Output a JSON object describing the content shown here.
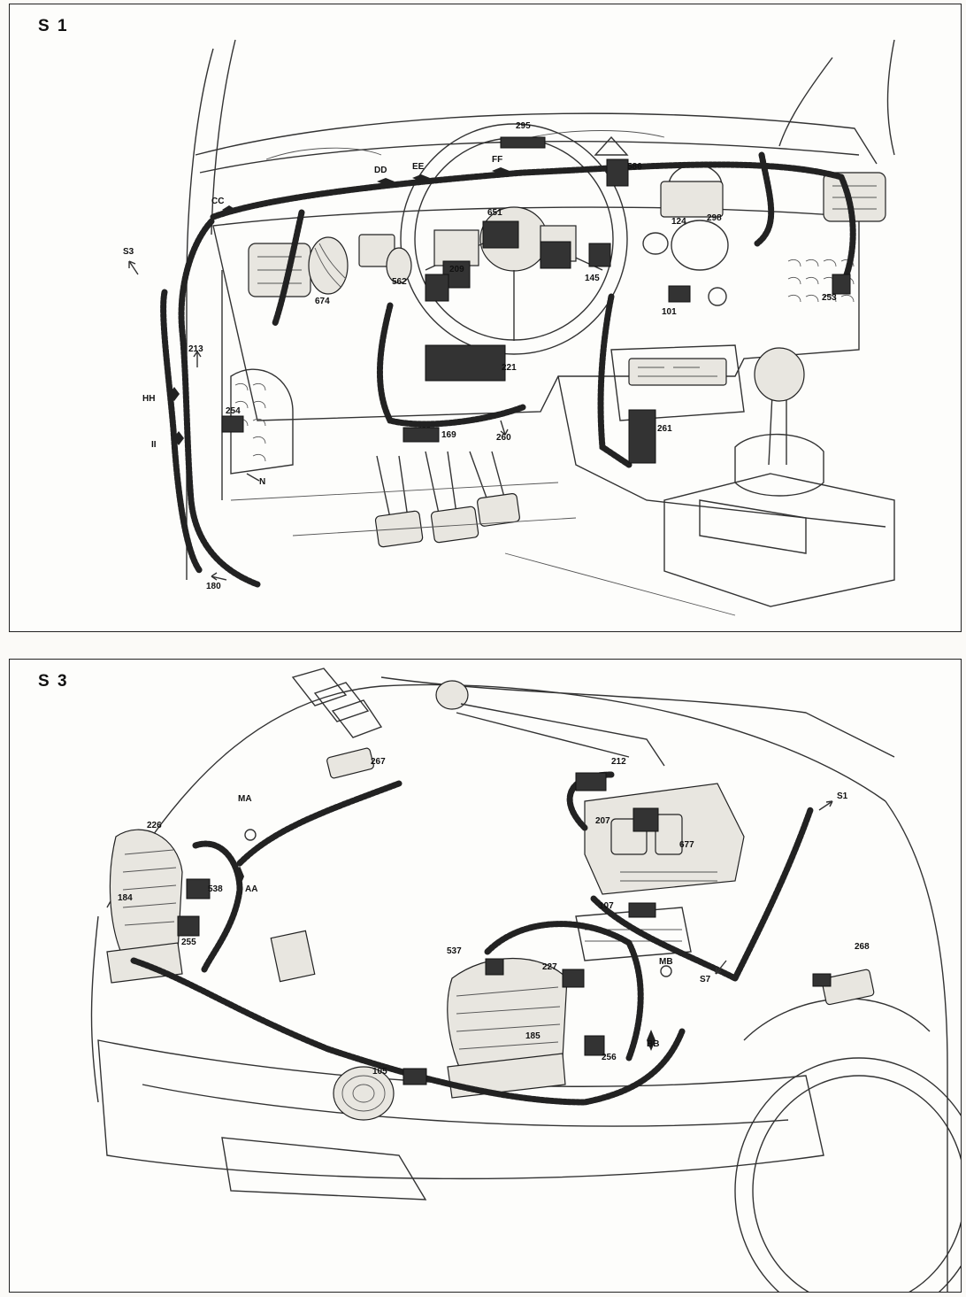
{
  "s1": {
    "title": "S 1",
    "labels": {
      "l295": "295",
      "lDD": "DD",
      "lEE": "EE",
      "lFF": "FF",
      "l586": "586",
      "lCC": "CC",
      "l651": "651",
      "l124": "124",
      "l298": "298",
      "lS3": "S3",
      "l209": "209",
      "l562": "562",
      "l145": "145",
      "l674": "674",
      "l253": "253",
      "l101": "101",
      "l213": "213",
      "l221": "221",
      "lHH": "HH",
      "l254": "254",
      "l169": "169",
      "l260": "260",
      "l261": "261",
      "lII": "II",
      "lN": "N",
      "l180": "180"
    }
  },
  "s3": {
    "title": "S 3",
    "labels": {
      "l212": "212",
      "l267": "267",
      "lS1": "S1",
      "lMA": "MA",
      "l226": "226",
      "l207": "207",
      "l677": "677",
      "l184": "184",
      "l538": "538",
      "lAA": "AA",
      "l107": "107",
      "l255": "255",
      "l537": "537",
      "l227": "227",
      "lMB": "MB",
      "l268": "268",
      "lS7": "S7",
      "l185": "185",
      "lBB": "BB",
      "l256": "256",
      "l105": "105"
    }
  }
}
